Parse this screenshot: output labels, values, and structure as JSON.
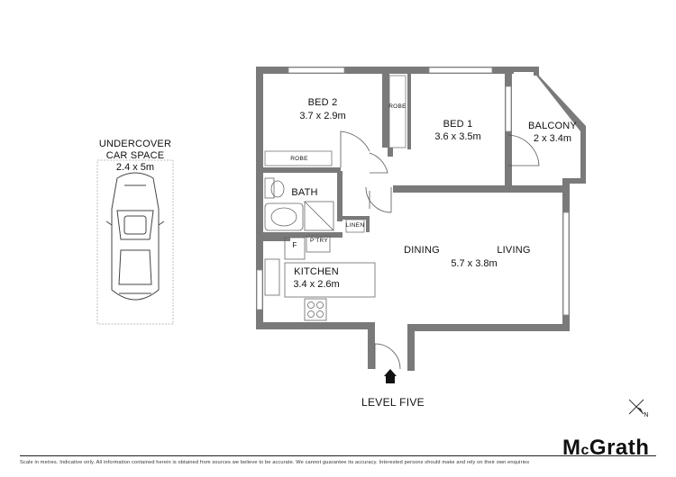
{
  "rooms": {
    "bed2": {
      "name": "BED 2",
      "dim": "3.7 x 2.9m"
    },
    "bed1": {
      "name": "BED 1",
      "dim": "3.6 x 3.5m"
    },
    "balcony": {
      "name": "BALCONY",
      "dim": "2 x 3.4m"
    },
    "bath": {
      "name": "BATH"
    },
    "kitchen": {
      "name": "KITCHEN",
      "dim": "3.4 x 2.6m"
    },
    "dining": {
      "name": "DINING"
    },
    "living": {
      "name": "LIVING",
      "dim": "5.7 x 3.8m"
    },
    "car": {
      "name_line1": "UNDERCOVER",
      "name_line2": "CAR SPACE",
      "dim": "2.4 x 5m"
    }
  },
  "small_labels": {
    "robe_bed2": "ROBE",
    "robe_bed1": "ROBE",
    "linen": "LINEN",
    "fridge": "F",
    "pantry": "P'TRY"
  },
  "entry_label": "LEVEL FIVE",
  "compass_letter": "N",
  "brand": {
    "prefix": "M",
    "small_c": "c",
    "rest": "Grath"
  },
  "disclaimer": "Scale in metres. Indicative only. All information contained herein is obtained from sources we believe to be accurate. We cannot guarantee its accuracy. Interested persons should make and rely on their own enquiries"
}
